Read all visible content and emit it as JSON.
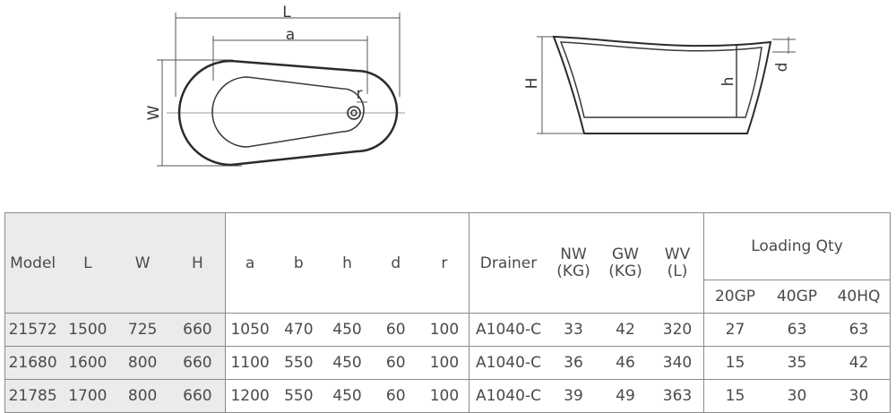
{
  "diagrams": {
    "top_view": {
      "label_L": "L",
      "label_a": "a",
      "label_W": "W",
      "label_r": "r"
    },
    "side_view": {
      "label_H": "H",
      "label_h": "h",
      "label_d": "d"
    }
  },
  "table": {
    "headers": {
      "model": "Model",
      "L": "L",
      "W": "W",
      "H": "H",
      "a": "a",
      "b": "b",
      "h": "h",
      "d": "d",
      "r": "r",
      "drainer": "Drainer",
      "nw_line1": "NW",
      "nw_line2": "(KG)",
      "gw_line1": "GW",
      "gw_line2": "(KG)",
      "wv_line1": "WV",
      "wv_line2": "(L)",
      "loading": "Loading Qty",
      "gp20": "20GP",
      "gp40": "40GP",
      "hq40": "40HQ"
    },
    "rows": [
      {
        "model": "21572",
        "L": "1500",
        "W": "725",
        "H": "660",
        "a": "1050",
        "b": "470",
        "h": "450",
        "d": "60",
        "r": "100",
        "drainer": "A1040-C",
        "nw": "33",
        "gw": "42",
        "wv": "320",
        "gp20": "27",
        "gp40": "63",
        "hq40": "63"
      },
      {
        "model": "21680",
        "L": "1600",
        "W": "800",
        "H": "660",
        "a": "1100",
        "b": "550",
        "h": "450",
        "d": "60",
        "r": "100",
        "drainer": "A1040-C",
        "nw": "36",
        "gw": "46",
        "wv": "340",
        "gp20": "15",
        "gp40": "35",
        "hq40": "42"
      },
      {
        "model": "21785",
        "L": "1700",
        "W": "800",
        "H": "660",
        "a": "1200",
        "b": "550",
        "h": "450",
        "d": "60",
        "r": "100",
        "drainer": "A1040-C",
        "nw": "39",
        "gw": "49",
        "wv": "363",
        "gp20": "15",
        "gp40": "30",
        "hq40": "30"
      }
    ]
  }
}
